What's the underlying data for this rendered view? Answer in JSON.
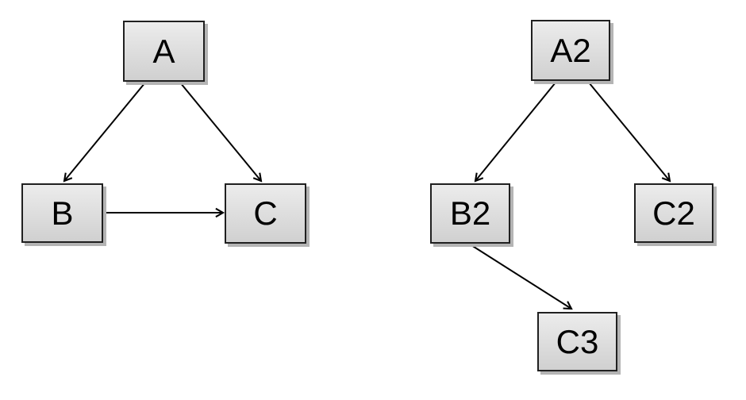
{
  "diagram": {
    "background_color": "#ffffff",
    "node_style": {
      "fill_top": "#ececec",
      "fill_bottom": "#d0d0d0",
      "border_color": "#202020",
      "shadow_color": "#b4b4b4",
      "text_color": "#000000"
    },
    "edge_style": {
      "color": "#000000",
      "arrowhead": "open-vee"
    },
    "left_graph": {
      "nodes": [
        {
          "id": "A",
          "label": "A"
        },
        {
          "id": "B",
          "label": "B"
        },
        {
          "id": "C",
          "label": "C"
        }
      ],
      "edges": [
        {
          "from": "A",
          "to": "B"
        },
        {
          "from": "A",
          "to": "C"
        },
        {
          "from": "B",
          "to": "C"
        }
      ]
    },
    "right_graph": {
      "nodes": [
        {
          "id": "A2",
          "label": "A2"
        },
        {
          "id": "B2",
          "label": "B2"
        },
        {
          "id": "C2",
          "label": "C2"
        },
        {
          "id": "C3",
          "label": "C3"
        }
      ],
      "edges": [
        {
          "from": "A2",
          "to": "B2"
        },
        {
          "from": "A2",
          "to": "C2"
        },
        {
          "from": "B2",
          "to": "C3"
        }
      ]
    }
  }
}
